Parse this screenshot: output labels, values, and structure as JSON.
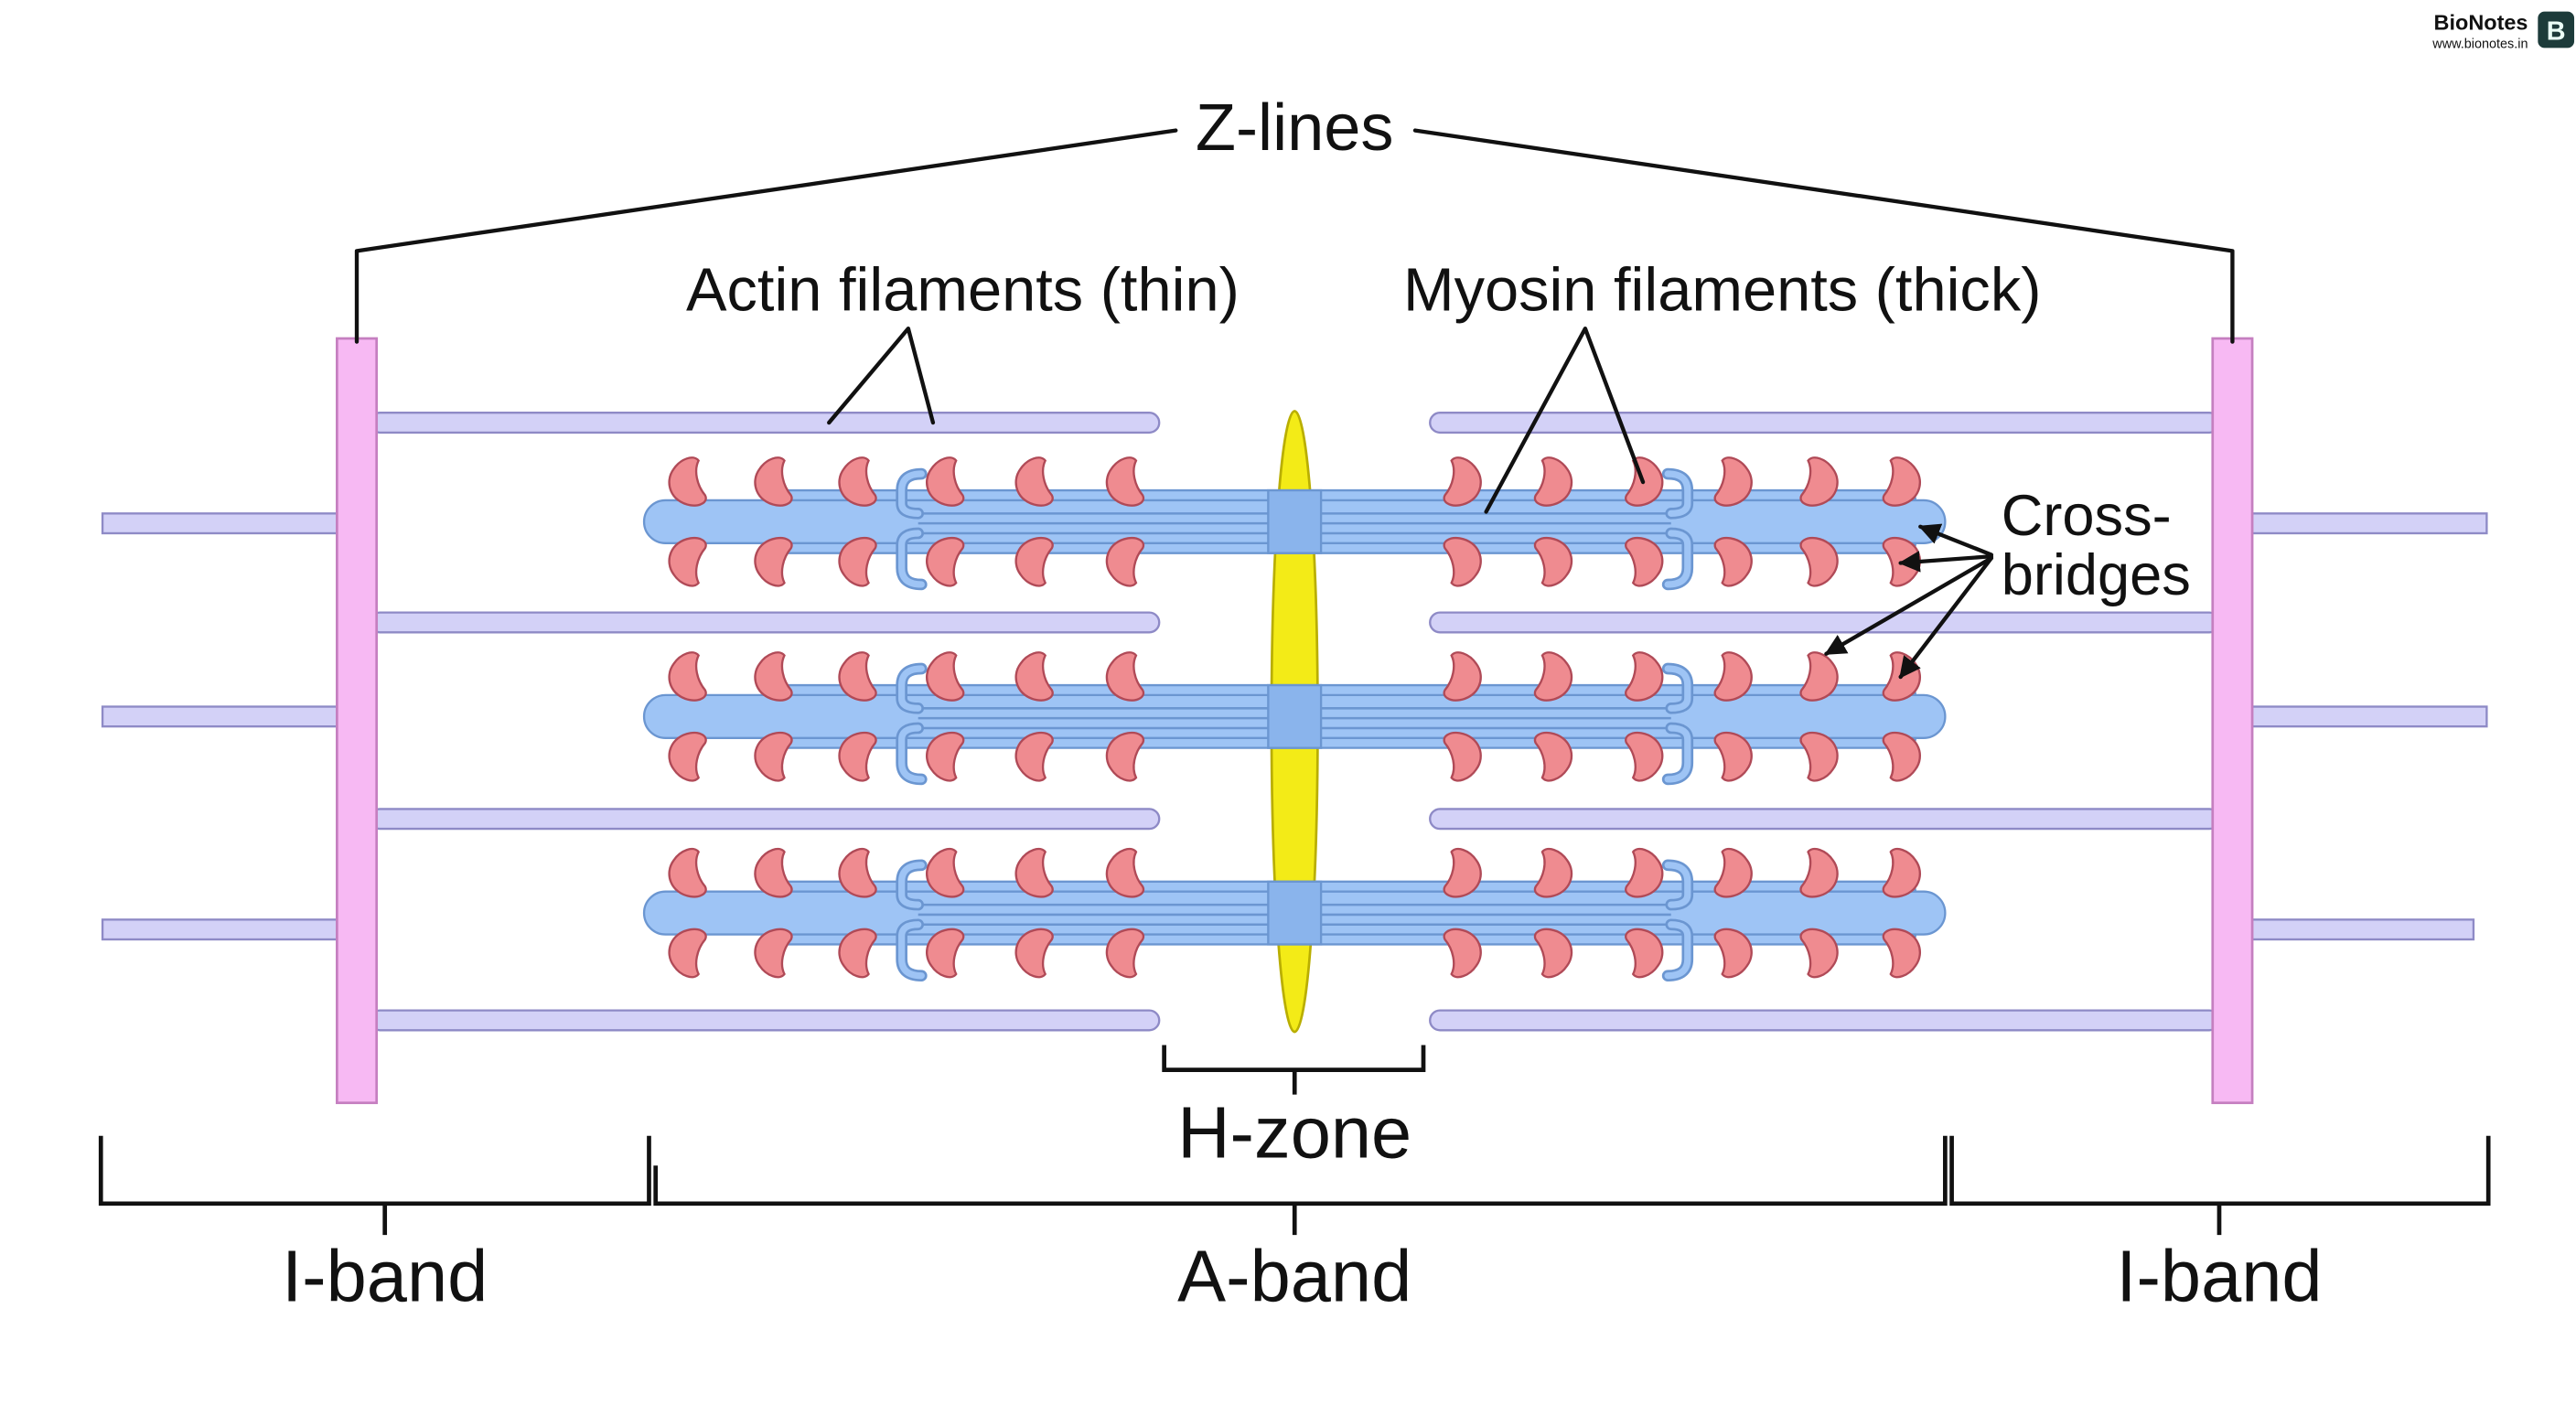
{
  "logo": {
    "name": "BioNotes",
    "url": "www.bionotes.in",
    "badge_letter": "B"
  },
  "labels": {
    "z_lines": "Z-lines",
    "actin": "Actin filaments (thin)",
    "myosin": "Myosin filaments (thick)",
    "cross_bridges_line1": "Cross-",
    "cross_bridges_line2": "bridges",
    "h_zone": "H-zone",
    "i_band_left": "I-band",
    "a_band": "A-band",
    "i_band_right": "I-band"
  },
  "colors": {
    "z_line": "#f7b9f3",
    "actin": "#d3d1f7",
    "actin_stroke": "#8e8ac6",
    "myosin": "#9ec4f5",
    "myosin_center": "#8ab4ec",
    "myosin_stroke": "#6b96d1",
    "cross_bridge": "#ef8b90",
    "cross_bridge_stroke": "#b04a57",
    "m_line": "#f3eb17",
    "badge": "#1d3b3a",
    "badge_letter": "#eafff6"
  }
}
